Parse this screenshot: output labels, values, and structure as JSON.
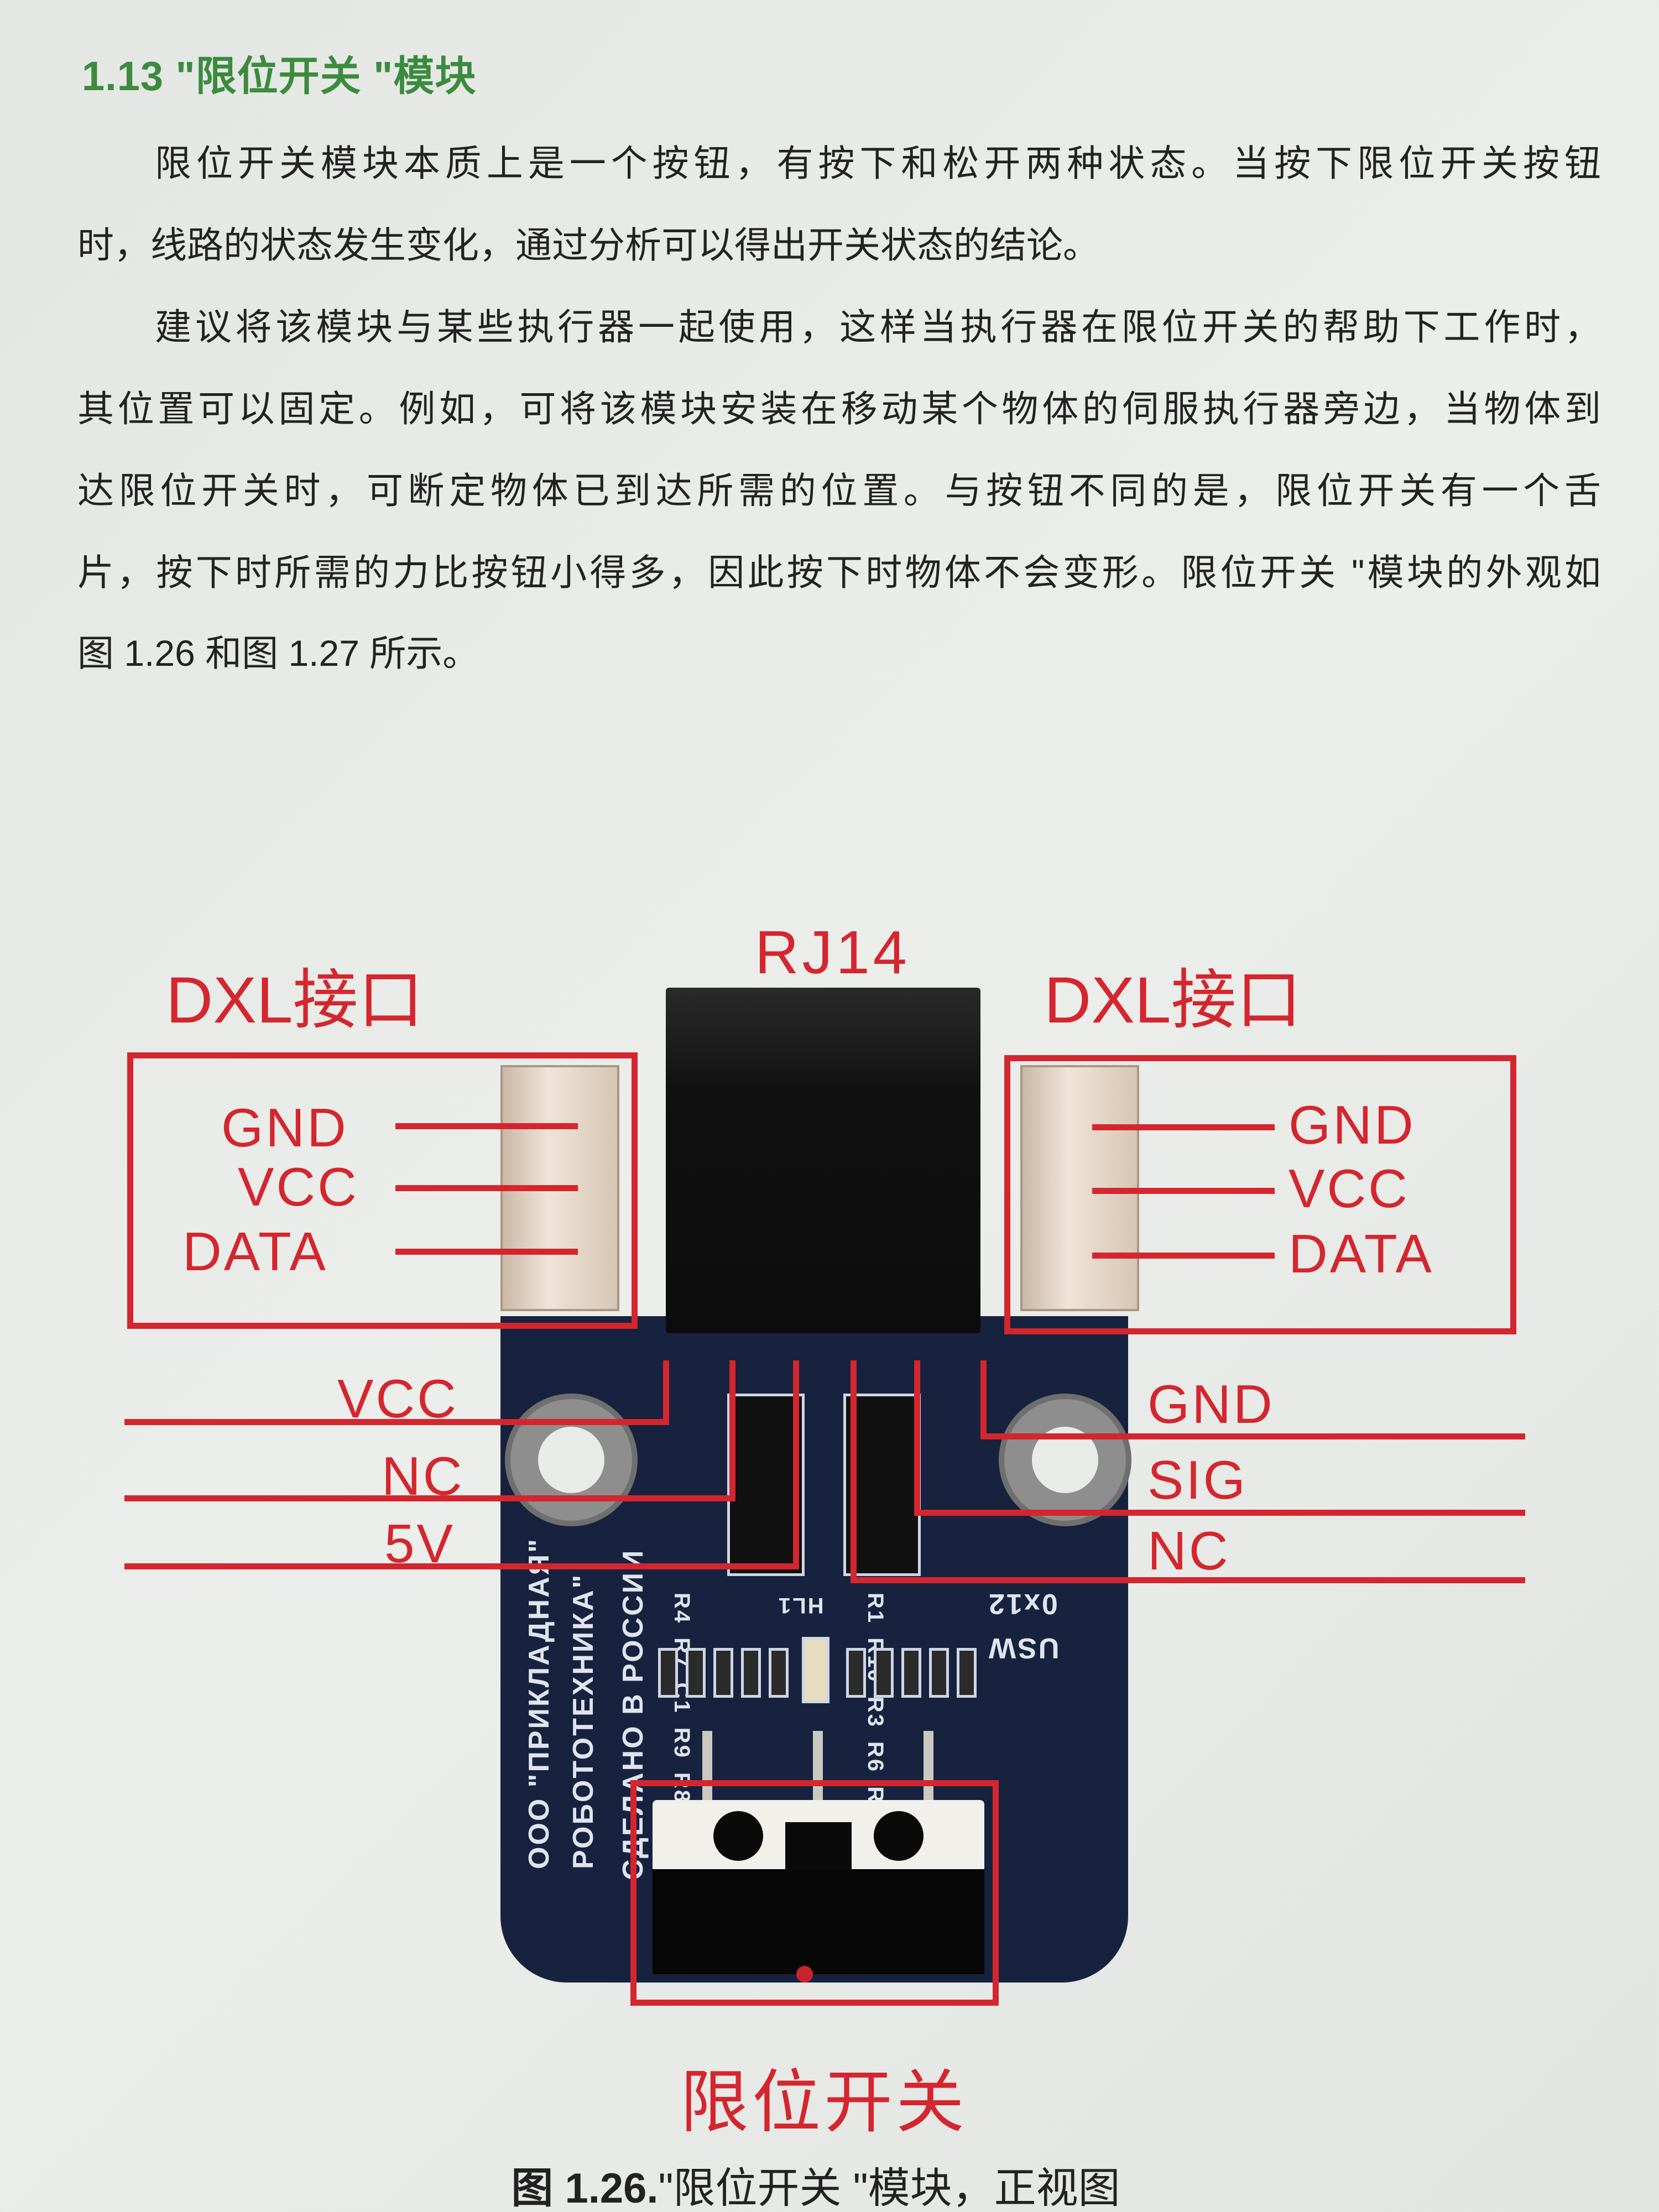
{
  "section": {
    "title": "1.13 \"限位开关 \"模块"
  },
  "paragraphs": [
    {
      "lines": [
        "限位开关模块本质上是一个按钮，有按下和松开两种状态。当按下限位开关按钮",
        "时，线路的状态发生变化，通过分析可以得出开关状态的结论。"
      ]
    },
    {
      "lines": [
        "建议将该模块与某些执行器一起使用，这样当执行器在限位开关的帮助下工作时，",
        "其位置可以固定。例如，可将该模块安装在移动某个物体的伺服执行器旁边，当物体到",
        "达限位开关时，可断定物体已到达所需的位置。与按钮不同的是，限位开关有一个舌",
        "片，按下时所需的力比按钮小得多，因此按下时物体不会变形。限位开关 \"模块的外观如",
        "图 1.26 和图 1.27 所示。"
      ]
    }
  ],
  "figure": {
    "rj14_label": "RJ14",
    "left_port": {
      "title": "DXL接口",
      "pins": [
        "GND",
        "VCC",
        "DATA"
      ]
    },
    "right_port": {
      "title": "DXL接口",
      "pins": [
        "GND",
        "VCC",
        "DATA"
      ]
    },
    "left_rj_pins": [
      "VCC",
      "NC",
      "5V"
    ],
    "right_rj_pins": [
      "GND",
      "SIG",
      "NC"
    ],
    "switch_label": "限位开关",
    "board_text": {
      "maker1": "ООО \"ПРИКЛАДНАЯ\"",
      "maker2": "РОБОТОТЕХНИКА\"",
      "made_in": "СДЕЛАНО В РОССИИ",
      "left_parts": "R4 R7 C1 R9 R8",
      "led": "HL1",
      "right_parts": "R1 R10 R3 R6 R5",
      "addr": "0x12",
      "brand": "USW"
    },
    "caption_num": "图 1.26.",
    "caption_text": "\"限位开关 \"模块，正视图"
  },
  "colors": {
    "title": "#3b8b3e",
    "annotation": "#d4262e",
    "board": "#17223f"
  }
}
